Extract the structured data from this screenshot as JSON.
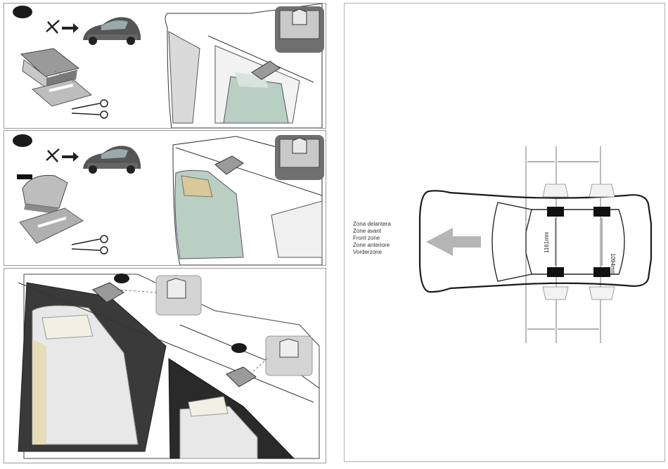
{
  "zone_labels": [
    "Zona delantera",
    "Zone avant",
    "Front zone",
    "Zone anteriore",
    "Vorderzone"
  ],
  "dimensions": {
    "front": "1161mm",
    "rear": "1094mm"
  },
  "colors": {
    "outline": "#1a1a1a",
    "arrow": "#b5b5b5",
    "foot": "#111111",
    "seat": "#b9cfc4"
  }
}
